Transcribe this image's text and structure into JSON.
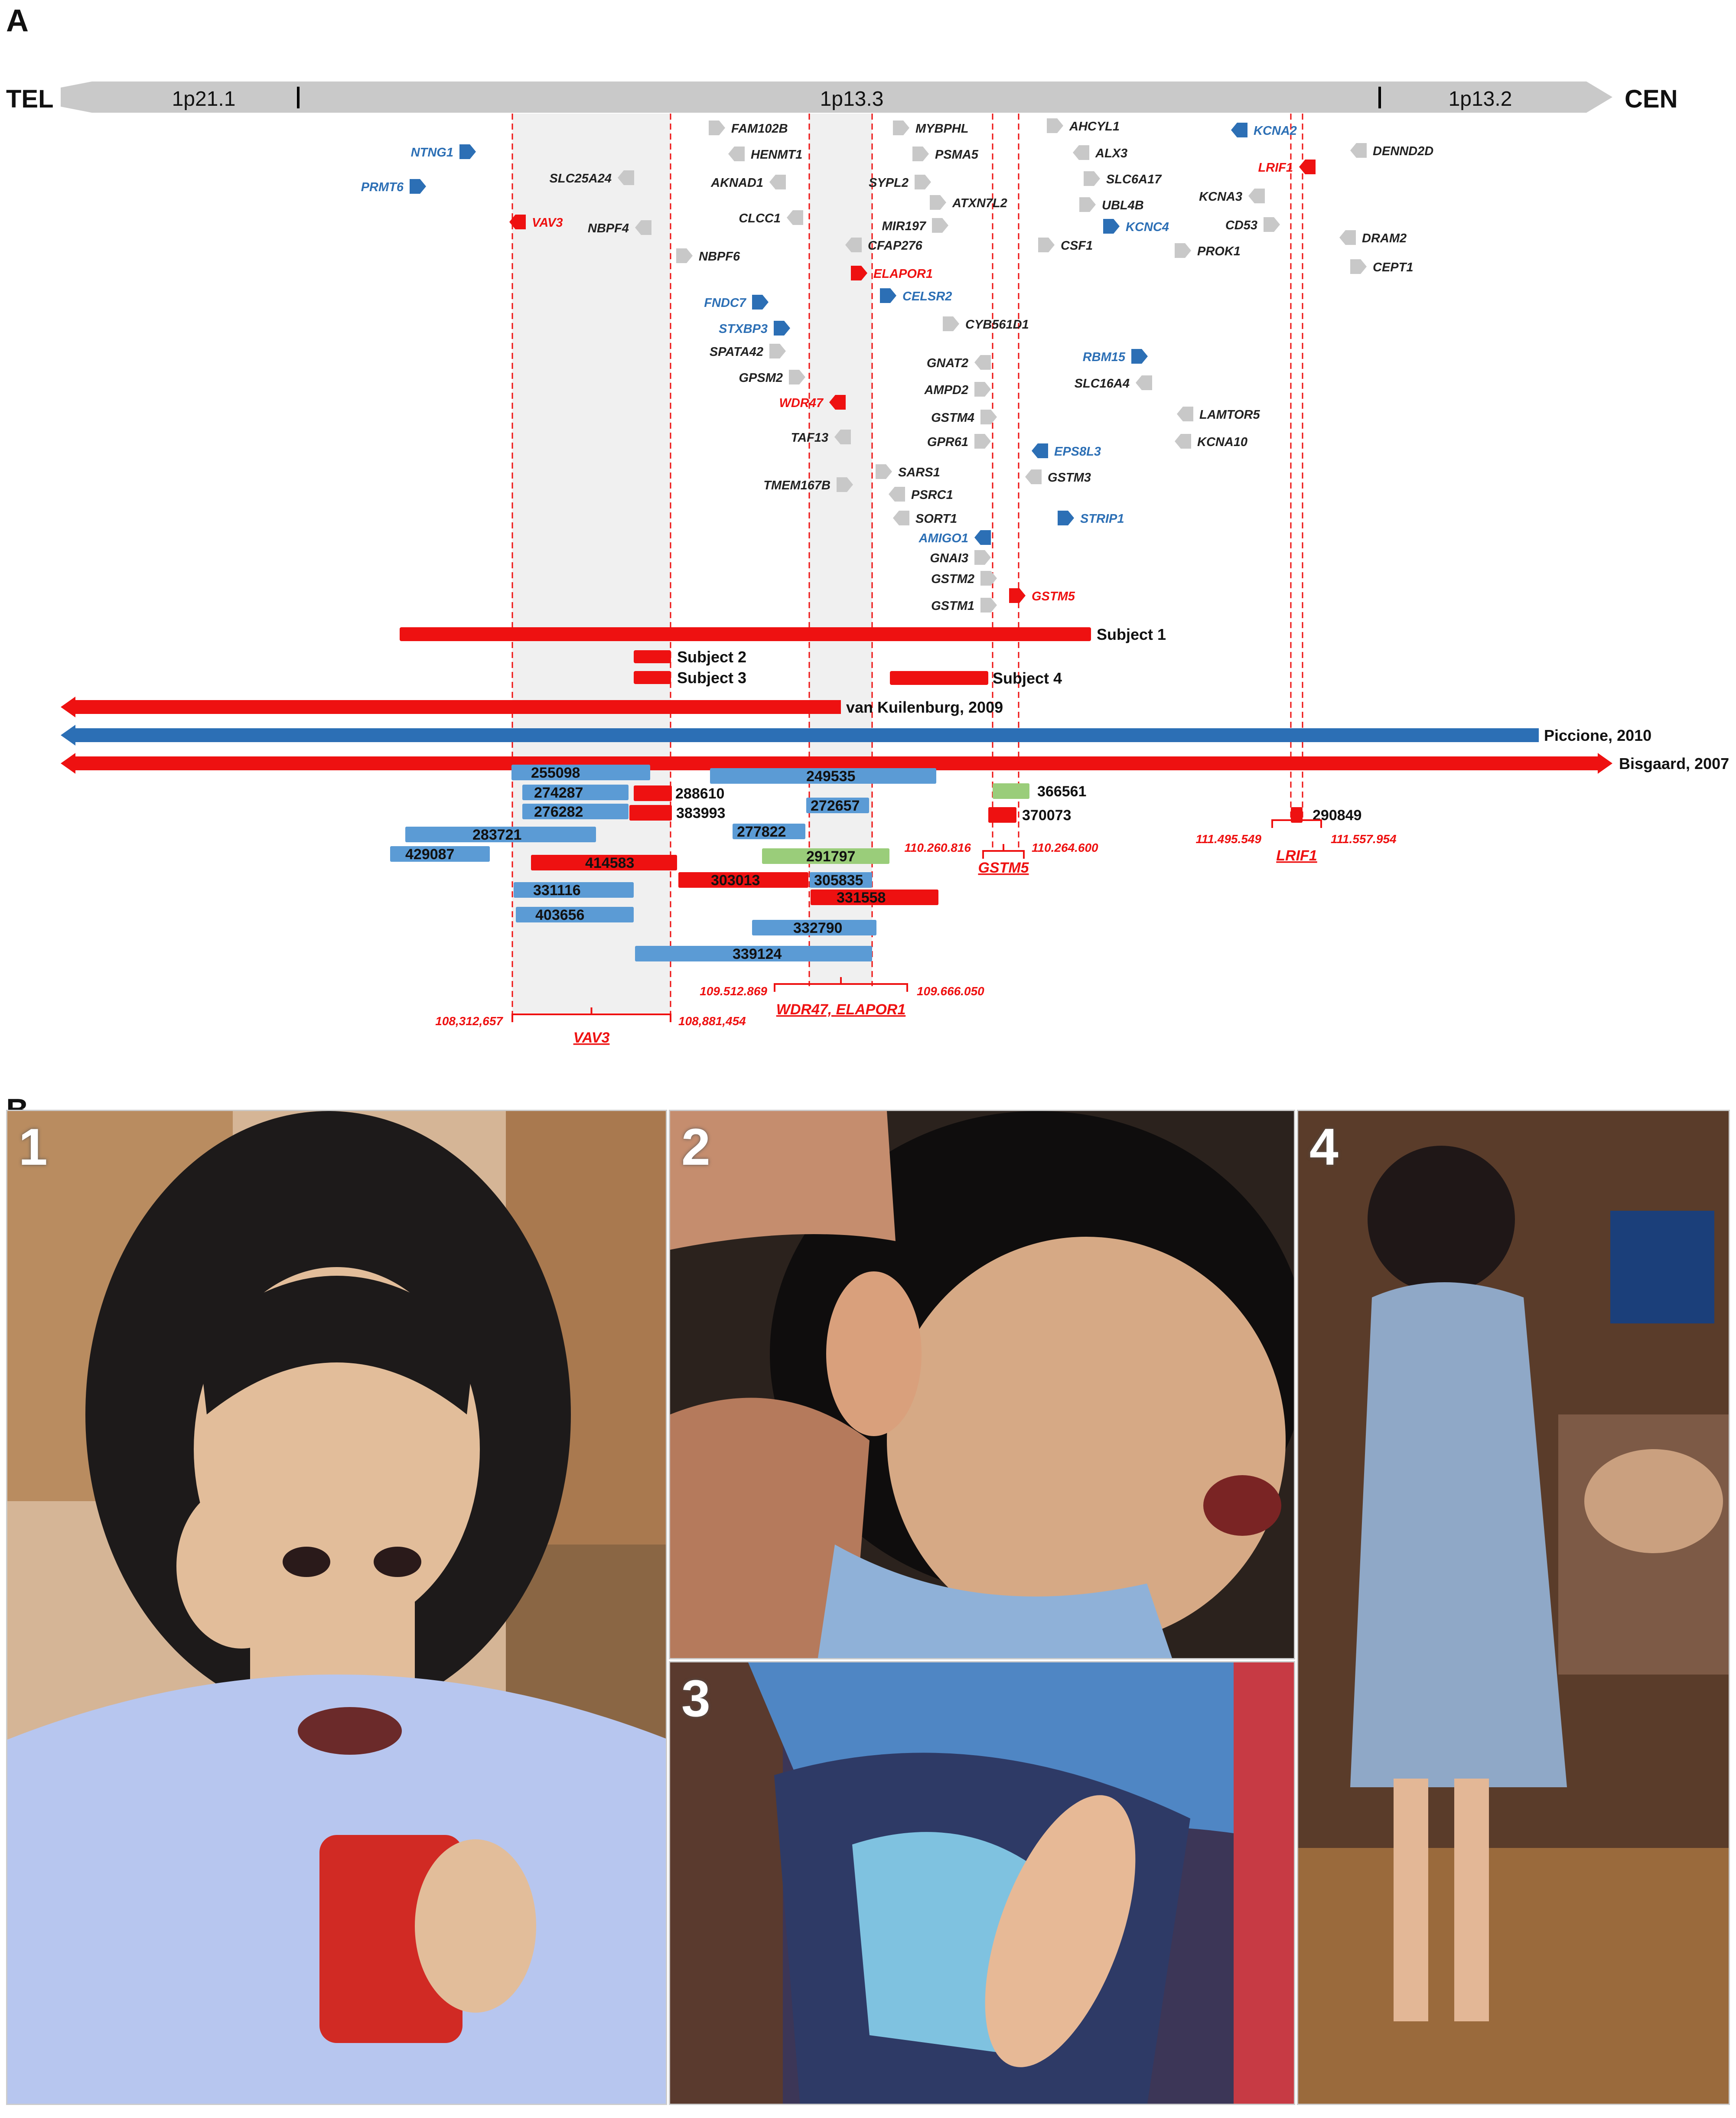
{
  "panels": {
    "a_label": "A",
    "b_label": "B"
  },
  "chromosome": {
    "left_end": "TEL",
    "right_end": "CEN",
    "bands": [
      "1p21.1",
      "1p13.3",
      "1p13.2"
    ]
  },
  "colors": {
    "red": "#ee1111",
    "blue": "#2c6fb5",
    "light_blue": "#5b9bd5",
    "green": "#9acd7a",
    "gray_gene": "#c8c8c8",
    "shade": "#f0f0f0"
  },
  "genes": [
    {
      "name": "NTNG1",
      "color": "blue",
      "dir": "right"
    },
    {
      "name": "PRMT6",
      "color": "blue",
      "dir": "right"
    },
    {
      "name": "VAV3",
      "color": "red",
      "dir": "left"
    },
    {
      "name": "SLC25A24",
      "color": "gray",
      "dir": "left"
    },
    {
      "name": "NBPF4",
      "color": "gray",
      "dir": "left"
    },
    {
      "name": "FAM102B",
      "color": "gray",
      "dir": "right"
    },
    {
      "name": "HENMT1",
      "color": "gray",
      "dir": "left"
    },
    {
      "name": "AKNAD1",
      "color": "gray",
      "dir": "left"
    },
    {
      "name": "CLCC1",
      "color": "gray",
      "dir": "left"
    },
    {
      "name": "NBPF6",
      "color": "gray",
      "dir": "right"
    },
    {
      "name": "FNDC7",
      "color": "blue",
      "dir": "right"
    },
    {
      "name": "STXBP3",
      "color": "blue",
      "dir": "right"
    },
    {
      "name": "SPATA42",
      "color": "gray",
      "dir": "right"
    },
    {
      "name": "GPSM2",
      "color": "gray",
      "dir": "right"
    },
    {
      "name": "WDR47",
      "color": "red",
      "dir": "left"
    },
    {
      "name": "TAF13",
      "color": "gray",
      "dir": "left"
    },
    {
      "name": "TMEM167B",
      "color": "gray",
      "dir": "right"
    },
    {
      "name": "MYBPHL",
      "color": "gray",
      "dir": "right"
    },
    {
      "name": "PSMA5",
      "color": "gray",
      "dir": "right"
    },
    {
      "name": "SYPL2",
      "color": "gray",
      "dir": "right"
    },
    {
      "name": "ATXN7L2",
      "color": "gray",
      "dir": "right"
    },
    {
      "name": "MIR197",
      "color": "gray",
      "dir": "right"
    },
    {
      "name": "CFAP276",
      "color": "gray",
      "dir": "left"
    },
    {
      "name": "ELAPOR1",
      "color": "red",
      "dir": "right"
    },
    {
      "name": "CELSR2",
      "color": "blue",
      "dir": "right"
    },
    {
      "name": "CYB561D1",
      "color": "gray",
      "dir": "right"
    },
    {
      "name": "GNAT2",
      "color": "gray",
      "dir": "left"
    },
    {
      "name": "AMPD2",
      "color": "gray",
      "dir": "right"
    },
    {
      "name": "GSTM4",
      "color": "gray",
      "dir": "right"
    },
    {
      "name": "GPR61",
      "color": "gray",
      "dir": "right"
    },
    {
      "name": "SARS1",
      "color": "gray",
      "dir": "right"
    },
    {
      "name": "PSRC1",
      "color": "gray",
      "dir": "left"
    },
    {
      "name": "SORT1",
      "color": "gray",
      "dir": "left"
    },
    {
      "name": "AMIGO1",
      "color": "blue",
      "dir": "left"
    },
    {
      "name": "GNAI3",
      "color": "gray",
      "dir": "right"
    },
    {
      "name": "GSTM2",
      "color": "gray",
      "dir": "right"
    },
    {
      "name": "GSTM1",
      "color": "gray",
      "dir": "right"
    },
    {
      "name": "GSTM5",
      "color": "red",
      "dir": "right"
    },
    {
      "name": "EPS8L3",
      "color": "blue",
      "dir": "left"
    },
    {
      "name": "GSTM3",
      "color": "gray",
      "dir": "left"
    },
    {
      "name": "STRIP1",
      "color": "blue",
      "dir": "right"
    },
    {
      "name": "AHCYL1",
      "color": "gray",
      "dir": "right"
    },
    {
      "name": "ALX3",
      "color": "gray",
      "dir": "left"
    },
    {
      "name": "SLC6A17",
      "color": "gray",
      "dir": "right"
    },
    {
      "name": "UBL4B",
      "color": "gray",
      "dir": "right"
    },
    {
      "name": "KCNC4",
      "color": "blue",
      "dir": "right"
    },
    {
      "name": "CSF1",
      "color": "gray",
      "dir": "right"
    },
    {
      "name": "RBM15",
      "color": "blue",
      "dir": "right"
    },
    {
      "name": "SLC16A4",
      "color": "gray",
      "dir": "left"
    },
    {
      "name": "LAMTOR5",
      "color": "gray",
      "dir": "left"
    },
    {
      "name": "KCNA10",
      "color": "gray",
      "dir": "left"
    },
    {
      "name": "KCNA2",
      "color": "blue",
      "dir": "left"
    },
    {
      "name": "LRIF1",
      "color": "red",
      "dir": "left"
    },
    {
      "name": "KCNA3",
      "color": "gray",
      "dir": "left"
    },
    {
      "name": "CD53",
      "color": "gray",
      "dir": "right"
    },
    {
      "name": "PROK1",
      "color": "gray",
      "dir": "right"
    },
    {
      "name": "DENND2D",
      "color": "gray",
      "dir": "left"
    },
    {
      "name": "DRAM2",
      "color": "gray",
      "dir": "left"
    },
    {
      "name": "CEPT1",
      "color": "gray",
      "dir": "right"
    }
  ],
  "subjects": [
    {
      "label": "Subject 1",
      "color": "red"
    },
    {
      "label": "Subject 2",
      "color": "red"
    },
    {
      "label": "Subject 3",
      "color": "red"
    },
    {
      "label": "Subject 4",
      "color": "red"
    },
    {
      "label": "van Kuilenburg, 2009",
      "color": "red"
    },
    {
      "label": "Piccione, 2010",
      "color": "blue"
    },
    {
      "label": "Bisgaard, 2007",
      "color": "red"
    }
  ],
  "decipher_cases": [
    {
      "id": "255098",
      "color": "light_blue"
    },
    {
      "id": "274287",
      "color": "light_blue"
    },
    {
      "id": "276282",
      "color": "light_blue"
    },
    {
      "id": "288610",
      "color": "red"
    },
    {
      "id": "383993",
      "color": "red"
    },
    {
      "id": "283721",
      "color": "light_blue"
    },
    {
      "id": "429087",
      "color": "light_blue"
    },
    {
      "id": "414583",
      "color": "red"
    },
    {
      "id": "249535",
      "color": "light_blue"
    },
    {
      "id": "272657",
      "color": "light_blue"
    },
    {
      "id": "277822",
      "color": "light_blue"
    },
    {
      "id": "291797",
      "color": "green"
    },
    {
      "id": "303013",
      "color": "red"
    },
    {
      "id": "305835",
      "color": "light_blue"
    },
    {
      "id": "331558",
      "color": "red"
    },
    {
      "id": "331116",
      "color": "light_blue"
    },
    {
      "id": "403656",
      "color": "light_blue"
    },
    {
      "id": "332790",
      "color": "light_blue"
    },
    {
      "id": "339124",
      "color": "light_blue"
    },
    {
      "id": "366561",
      "color": "green"
    },
    {
      "id": "370073",
      "color": "red"
    },
    {
      "id": "290849",
      "color": "red"
    }
  ],
  "regions": [
    {
      "gene": "VAV3",
      "start": "108,312,657",
      "end": "108,881,454"
    },
    {
      "gene": "WDR47, ELAPOR1",
      "start": "109.512.869",
      "end": "109.666.050"
    },
    {
      "gene": "GSTM5",
      "start": "110.260.816",
      "end": "110.264.600"
    },
    {
      "gene": "LRIF1",
      "start": "111.495.549",
      "end": "111.557.954"
    }
  ],
  "photos": [
    "1",
    "2",
    "3",
    "4"
  ]
}
